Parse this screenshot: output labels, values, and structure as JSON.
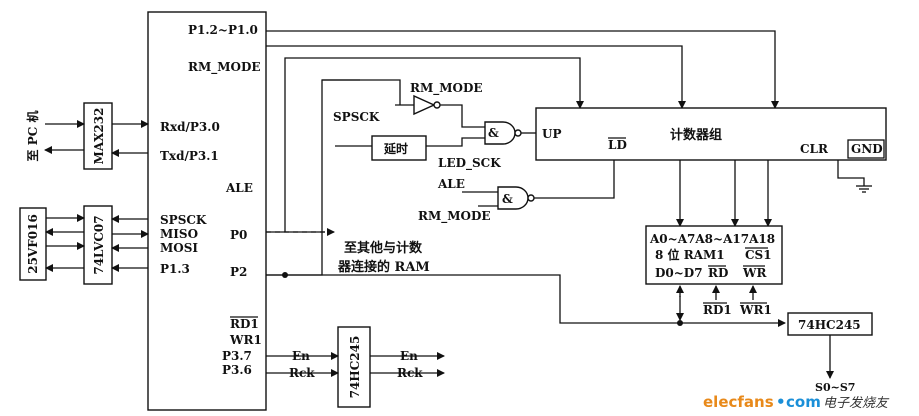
{
  "mcu": {
    "pins_right": [
      "P1.2~P1.0",
      "RM_MODE",
      "Rxd/P3.0",
      "Txd/P3.1",
      "ALE",
      "SPSCK",
      "MISO",
      "MOSI",
      "P1.3",
      "P0",
      "P2",
      "RD1",
      "WR1",
      "P3.7",
      "P3.6"
    ]
  },
  "pc_label": "至 PC 机",
  "max232": "MAX232",
  "flash": "25VF016",
  "buffer_left": "74LVC07",
  "gate_top": {
    "input_label": "RM_MODE",
    "spsck_label": "SPSCK",
    "delay": "延时",
    "led_sck": "LED_SCK",
    "and": "&",
    "up": "UP"
  },
  "gate_bottom": {
    "ale": "ALE",
    "rm_mode": "RM_MODE",
    "and": "&"
  },
  "counter": {
    "title": "计数器组",
    "ld": "LD",
    "clr": "CLR",
    "gnd": "GND"
  },
  "ram": {
    "line1": "A0~A7A8~A17A18",
    "line2": "8 位  RAM1",
    "cs": "CS1",
    "rd": "RD",
    "d": "D0~D7",
    "wr": "WR",
    "rd1": "RD1",
    "wr1": "WR1"
  },
  "note": {
    "line1": "至其他与计数",
    "line2": "器连接的 RAM"
  },
  "hc245_right": "74HC245",
  "hc245_bottom": {
    "name": "74HC245",
    "en_in": "En",
    "rck_in": "Rck",
    "en_out": "En",
    "rck_out": "Rck"
  },
  "s_label": "S0~S7",
  "watermark": {
    "brand": "elecfans",
    "dot": "•",
    "com": "com",
    "cn": "电子发烧友"
  }
}
